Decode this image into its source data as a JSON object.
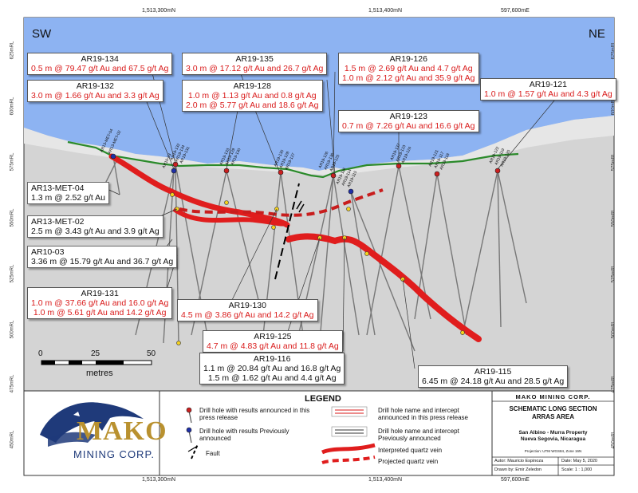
{
  "orientation": {
    "left": "SW",
    "right": "NE"
  },
  "coords_top": [
    "1,513,300mN",
    "1,513,400mN",
    "597,600mE"
  ],
  "coords_bottom": [
    "1,513,300mN",
    "1,513,400mN",
    "597,600mE"
  ],
  "elevations": [
    "625mRL",
    "600mRL",
    "575mRL",
    "550mRL",
    "525mRL",
    "500mRL",
    "475mRL",
    "450mRL"
  ],
  "callouts_new": [
    {
      "id": "AR19-134",
      "lines": [
        "0.5 m @ 79.47 g/t Au and 67.5 g/t Ag"
      ]
    },
    {
      "id": "AR19-132",
      "lines": [
        "3.0 m @ 1.66 g/t Au and 3.3 g/t Ag"
      ]
    },
    {
      "id": "AR19-135",
      "lines": [
        "3.0 m @ 17.12 g/t Au and 26.7 g/t Ag"
      ]
    },
    {
      "id": "AR19-128",
      "lines": [
        "1.0 m @ 1.13 g/t Au and 0.8 g/t Ag",
        "2.0 m @ 5.77 g/t Au and 18.6 g/t Ag"
      ]
    },
    {
      "id": "AR19-126",
      "lines": [
        "1.5 m @ 2.69 g/t Au and 4.7 g/t Ag",
        "1.0 m @ 2.12 g/t Au and 35.9 g/t Ag"
      ]
    },
    {
      "id": "AR19-121",
      "lines": [
        "1.0 m @ 1.57 g/t Au and 4.3 g/t Ag"
      ]
    },
    {
      "id": "AR19-123",
      "lines": [
        "0.7 m @ 7.26 g/t Au and 16.6 g/t Ag"
      ]
    },
    {
      "id": "AR19-131",
      "lines": [
        "1.0 m @ 37.66 g/t Au and 16.0 g/t Ag",
        "1.0 m @ 5.61 g/t Au and 14.2 g/t Ag"
      ]
    },
    {
      "id": "AR19-130",
      "lines": [
        "4.5 m @ 3.86 g/t Au and 14.2 g/t Ag"
      ]
    },
    {
      "id": "AR19-125",
      "lines": [
        "4.7 m @ 4.83 g/t Au and 11.8 g/t Ag"
      ]
    }
  ],
  "callouts_prev": [
    {
      "id": "AR13-MET-04",
      "lines": [
        "1.3 m @ 2.52 g/t Au"
      ]
    },
    {
      "id": "AR13-MET-02",
      "lines": [
        "2.5 m @ 3.43 g/t Au and 3.9 g/t Ag"
      ]
    },
    {
      "id": "AR10-03",
      "lines": [
        "3.36 m @ 15.79 g/t Au and 36.7 g/t Ag"
      ]
    },
    {
      "id": "AR19-116",
      "lines": [
        "1.1 m @ 20.84 g/t Au and 16.8 g/t Ag",
        "1.5 m @ 1.62 g/t Au and 4.4 g/t Ag"
      ]
    },
    {
      "id": "AR19-115",
      "lines": [
        "6.45 m @ 24.18 g/t Au and 28.5 g/t Ag"
      ]
    }
  ],
  "collar_labels": [
    "AR13-MET-04",
    "AR13-MET-02",
    "AR19-132",
    "AR19-134",
    "AR10-03",
    "AR19-131",
    "AR19-133",
    "AR19-129",
    "AR19-130",
    "AR19-135",
    "AR19-128",
    "AR19-127",
    "AR19-126",
    "AR19-136",
    "AR19-125",
    "AR19-116",
    "AR19-114",
    "AR19-115",
    "AR19-137",
    "AR19-123",
    "AR19-124",
    "AR19-121",
    "AR19-117",
    "AR19-118",
    "AR19-122",
    "AR19-119",
    "AR19-120"
  ],
  "scale": {
    "ticks": [
      "0",
      "25",
      "50"
    ],
    "unit": "metres"
  },
  "legend": {
    "title": "LEGEND",
    "items": [
      {
        "text": "Drill hole with results announced in this press release"
      },
      {
        "text": "Drill hole with results Previously announced"
      },
      {
        "text": "Fault"
      },
      {
        "text": "Drill hole name and intercept announced in this press release"
      },
      {
        "text": "Drill hole name and intercept Previously announced"
      },
      {
        "text": "Interpreted quartz vein"
      },
      {
        "text": "Projected quartz vein"
      }
    ]
  },
  "logo": {
    "brand": "MAKO",
    "sub": "MINING CORP."
  },
  "title_block": {
    "company": "MAKO MINING CORP.",
    "title1": "SCHEMATIC LONG SECTION",
    "title2": "ARRAS AREA",
    "property": "San Albino - Murra Property",
    "location": "Nueva Segovia, Nicaragua",
    "projection": "Projection: UTM WGS84, Zone 16N",
    "author": "Autor: Mauricio Espinoza",
    "date": "Date: May 5, 2020",
    "drawn": "Drawn by: Emir Zeledon",
    "scale": "Scale: 1 : 1,000"
  },
  "colors": {
    "sky": "#8db3f2",
    "ground": "#d4d4d4",
    "vein": "#e01d1d",
    "surface": "#2b8a2b",
    "new_hole": "#cc1f1f",
    "prev_hole": "#1f2fa8",
    "text_red": "#d91a1a",
    "logo_gold": "#b9912f",
    "logo_navy": "#1f3a7a"
  }
}
